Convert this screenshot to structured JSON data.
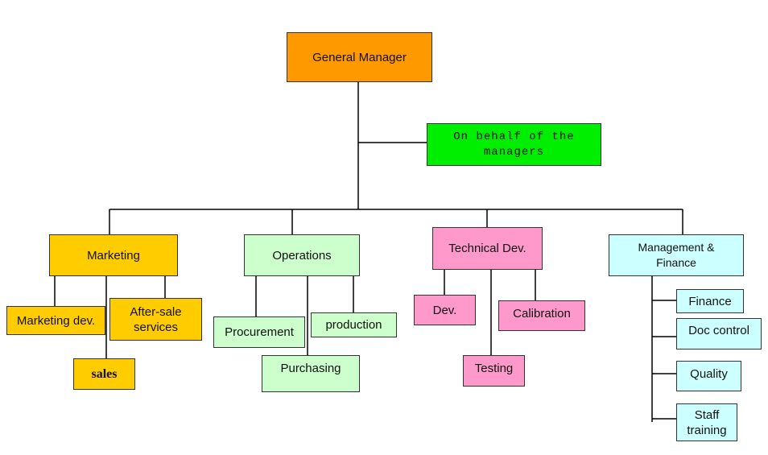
{
  "colors": {
    "general_manager": "#FF9900",
    "on_behalf": "#00EE00",
    "marketing": "#FFCC00",
    "operations": "#CCFFCC",
    "technical": "#FF99CC",
    "management": "#CCFFFF",
    "line": "#000000"
  },
  "nodes": {
    "general_manager": "General Manager",
    "on_behalf": "On behalf of the managers",
    "marketing": "Marketing",
    "marketing_dev": "Marketing dev.",
    "after_sale": "After-sale services",
    "sales": "sales",
    "operations": "Operations",
    "procurement": "Procurement",
    "production": "production",
    "purchasing": "Purchasing",
    "technical_dev": "Technical Dev.",
    "dev": "Dev.",
    "calibration": "Calibration",
    "testing": "Testing",
    "management_finance": "Management & Finance",
    "finance": "Finance",
    "doc_control": "Doc control",
    "quality": "Quality",
    "staff_training": "Staff training"
  }
}
